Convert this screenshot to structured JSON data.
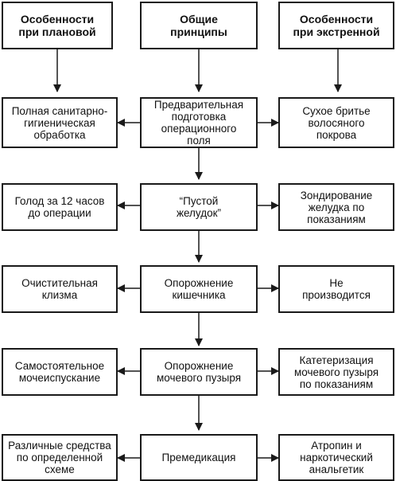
{
  "headers": {
    "left": "Особенности\nпри плановой",
    "center": "Общие\nпринципы",
    "right": "Особенности\nпри экстренной"
  },
  "rows": [
    {
      "left": "Полная санитарно-\nгигиеническая\nобработка",
      "center": "Предварительная\nподготовка\nоперационного\nполя",
      "right": "Сухое бритье\nволосяного\nпокрова"
    },
    {
      "left": "Голод за 12 часов\nдо операции",
      "center": "“Пустой\nжелудок”",
      "right": "Зондирование\nжелудка по\nпоказаниям"
    },
    {
      "left": "Очистительная\nклизма",
      "center": "Опорожнение\nкишечника",
      "right": "Не\nпроизводится"
    },
    {
      "left": "Самостоятельное\nмочеиспускание",
      "center": "Опорожнение\nмочевого пузыря",
      "right": "Катетеризация\nмочевого пузыря\nпо показаниям"
    },
    {
      "left": "Различные средства\nпо определенной\nсхеме",
      "center": "Премедикация",
      "right": "Атропин и\nнаркотический\nанальгетик"
    }
  ]
}
